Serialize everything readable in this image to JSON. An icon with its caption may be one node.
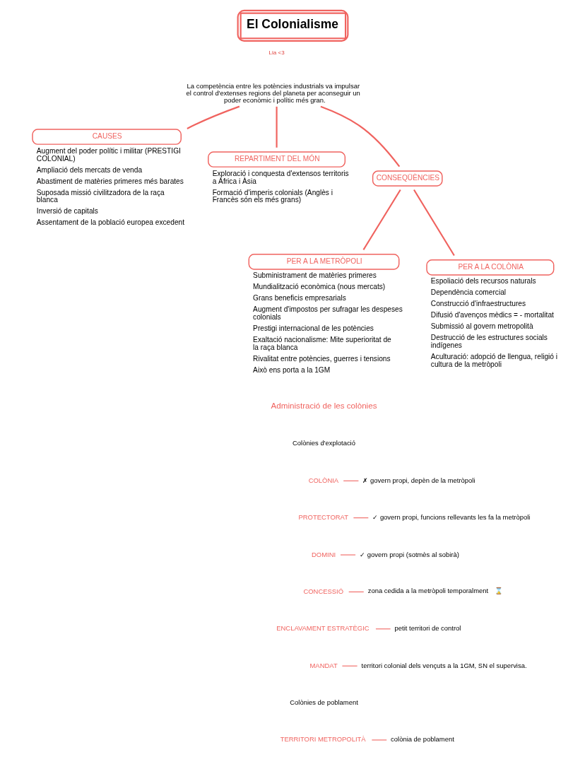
{
  "diagram": {
    "title": "El Colonialisme",
    "nodes": [
      {
        "text": [
          "La competència entre les potències industrials va impulsar el control d'extenses regions del planeta per aconseguir un poder econòmic i polític més gran."
        ]
      },
      {
        "text": [
          "CAUSES"
        ],
        "beside": [
          "Augment del poder polític i militar (PRESTIGI COLONIAL)",
          "Ampliació dels mercats de venda",
          "Abastiment de matèries primeres més barates",
          "Suposada missió civilitzadora de la raça blanca",
          "Inversió de capitals",
          "Assentament de la població europea excedent"
        ]
      },
      {
        "text": [
          "REPARTIMENT DEL MÓN"
        ],
        "beside": [
          "Exploració i conquesta d'extensos territoris a Àfrica i Àsia",
          "Formació d'imperis colonials (Anglès i Francès són els més grans)"
        ]
      },
      {
        "text": [
          "CONSEQÜÈNCIES"
        ]
      },
      {
        "text": [
          "PER A LA METRÒPOLI"
        ],
        "beside": [
          "Subministrament de matèries primeres",
          "Mundialització econòmica (nous mercats)",
          "Grans beneficis empresarials",
          "Augment d'impostos per sufragar les despeses colonials",
          "Prestigi internacional de les potències",
          "Exaltació nacionalisme: Mite superioritat de la raça blanca",
          "Rivalitat entre potències, guerres i tensions",
          "Això ens porta a la 1GM"
        ]
      },
      {
        "text": [
          "PER A LA COLÒNIA"
        ],
        "beside": [
          "Espoliació dels recursos naturals",
          "Dependència comercial",
          "Construcció d'infraestructures",
          "Difusió d'avenços mèdics = - mortalitat",
          "Submissió al govern metropolità",
          "Destrucció de les estructures socials indígenes",
          "Aculturació: adopció de llengua, religió i cultura de la metròpoli"
        ]
      },
      {
        "text": [
          "COLÒNIA"
        ]
      },
      {
        "text": [
          "✗ govern propi, depèn de la metròpoli"
        ]
      },
      {
        "text": [
          "PROTECTORAT"
        ]
      },
      {
        "text": [
          "✓ govern propi, funcions rellevants les fa la metròpoli"
        ]
      },
      {
        "text": [
          "DOMINI"
        ]
      },
      {
        "text": [
          "✓ govern propi (sotmès al sobirà)"
        ]
      },
      {
        "text": [
          "CONCESSIÓ"
        ]
      },
      {
        "text": [
          "zona cedida a la metròpoli temporalment"
        ],
        "beside": [
          "⌛"
        ]
      },
      {
        "text": [
          "ENCLAVAMENT ESTRATÈGIC"
        ]
      },
      {
        "text": [
          "petit territori de control"
        ]
      },
      {
        "text": [
          "MANDAT"
        ]
      },
      {
        "text": [
          "territori colonial dels vençuts a la 1GM, SN el supervisa."
        ]
      },
      {
        "text": [
          "TERRITORI METROPOLITÀ"
        ]
      },
      {
        "text": [
          "colònia de poblament"
        ]
      }
    ],
    "edges": [
      {
        "from": 0,
        "to": 1,
        "arrow": "none"
      },
      {
        "from": 0,
        "to": 2,
        "arrow": "none"
      },
      {
        "from": 0,
        "to": 3,
        "arrow": "none"
      },
      {
        "from": 3,
        "to": 4,
        "arrow": "none"
      },
      {
        "from": 3,
        "to": 5,
        "arrow": "none"
      },
      {
        "from": 6,
        "to": 7,
        "arrow": "none"
      },
      {
        "from": 8,
        "to": 9,
        "arrow": "none"
      },
      {
        "from": 10,
        "to": 11,
        "arrow": "none"
      },
      {
        "from": 12,
        "to": 13,
        "arrow": "none"
      },
      {
        "from": 14,
        "to": 15,
        "arrow": "none"
      },
      {
        "from": 16,
        "to": 17,
        "arrow": "none"
      },
      {
        "from": 18,
        "to": 19,
        "arrow": "none"
      }
    ],
    "labels": [
      "Lia <3",
      "Administració de les colònies",
      "Colònies d'explotació",
      "Colònies de poblament"
    ]
  }
}
